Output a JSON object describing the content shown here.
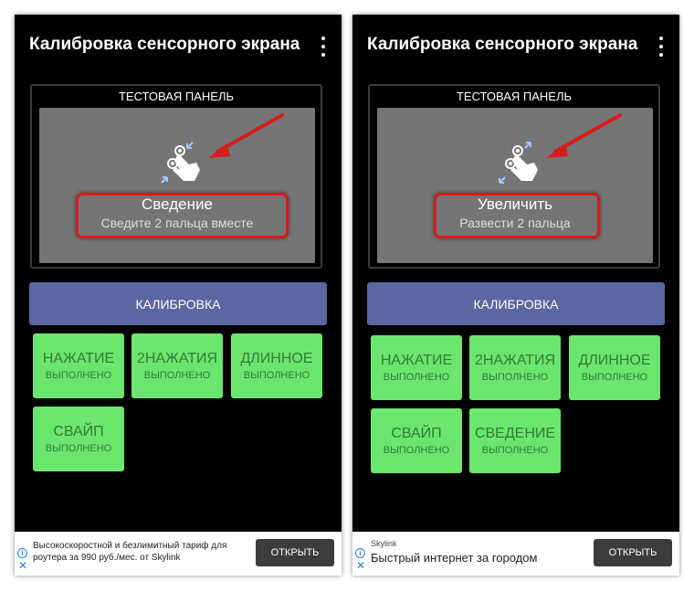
{
  "screens": [
    {
      "app_title": "Калибровка сенсорного экрана",
      "menu_icon": "more-vert-icon",
      "panel_label": "ТЕСТОВАЯ ПАНЕЛЬ",
      "gesture_icon": "pinch-gesture-icon",
      "gesture_title": "Сведение",
      "gesture_subtitle": "Сведите 2 пальца вместе",
      "calibrate_label": "КАЛИБРОВКА",
      "tiles": [
        {
          "title": "НАЖАТИЕ",
          "status": "ВЫПОЛНЕНО"
        },
        {
          "title": "2НАЖАТИЯ",
          "status": "ВЫПОЛНЕНО"
        },
        {
          "title": "ДЛИННОЕ",
          "status": "ВЫПОЛНЕНО"
        },
        {
          "title": "СВАЙП",
          "status": "ВЫПОЛНЕНО"
        }
      ],
      "ad": {
        "text": "Высокоскоростной и безлимитный тариф для роутера за 990 руб./мес. от Skylink",
        "button": "ОТКРЫТЬ"
      }
    },
    {
      "app_title": "Калибровка сенсорного экрана",
      "menu_icon": "more-vert-icon",
      "panel_label": "ТЕСТОВАЯ ПАНЕЛЬ",
      "gesture_icon": "zoom-gesture-icon",
      "gesture_title": "Увеличить",
      "gesture_subtitle": "Развести 2 пальца",
      "calibrate_label": "КАЛИБРОВКА",
      "tiles": [
        {
          "title": "НАЖАТИЕ",
          "status": "ВЫПОЛНЕНО"
        },
        {
          "title": "2НАЖАТИЯ",
          "status": "ВЫПОЛНЕНО"
        },
        {
          "title": "ДЛИННОЕ",
          "status": "ВЫПОЛНЕНО"
        },
        {
          "title": "СВАЙП",
          "status": "ВЫПОЛНЕНО"
        },
        {
          "title": "СВЕДЕНИЕ",
          "status": "ВЫПОЛНЕНО"
        }
      ],
      "ad": {
        "brand": "Skylink",
        "text": "Быстрый интернет за городом",
        "button": "ОТКРЫТЬ"
      }
    }
  ],
  "colors": {
    "screen_bg": "#000000",
    "touch_area": "#757575",
    "calibrate_button": "#5c66a0",
    "tile_bg": "#6ce56f",
    "tile_text": "#2e7d32",
    "highlight_red": "#d81b1b",
    "ad_button": "#3c3c3c"
  }
}
